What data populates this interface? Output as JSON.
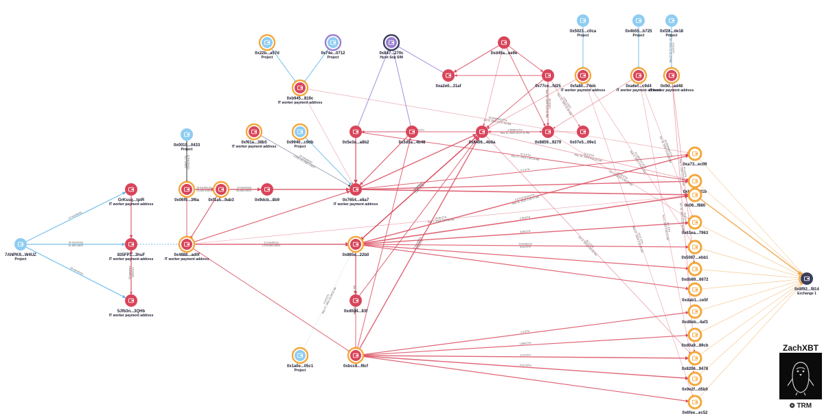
{
  "colors": {
    "red_node": "#d9455a",
    "orange_ring": "#f4a73b",
    "blue_node": "#8ecdf2",
    "purple_node": "#9b7fd1",
    "dark_node": "#3b3f5c",
    "red_edge": "#d94a5e",
    "blue_edge": "#5fb4e8",
    "purple_edge": "#8f7ad6",
    "orange_edge": "#f0a64a",
    "black_edge": "#111111"
  },
  "nodes": [
    {
      "id": "n_7anp",
      "label": "7ANPK9...W4UZ",
      "sub": "Project",
      "kind": "blue"
    },
    {
      "id": "n_grkssq",
      "label": "GrKssq...tpiR",
      "sub": "IT worker payment address",
      "kind": "red"
    },
    {
      "id": "n_835f",
      "label": "835FP3...3huF",
      "sub": "IT worker payment address",
      "kind": "red"
    },
    {
      "id": "n_5jfb3n",
      "label": "5Jfb3n...3QHb",
      "sub": "IT worker payment address",
      "kind": "red"
    },
    {
      "id": "n_0x0019",
      "label": "0x0019...0433",
      "sub": "Project",
      "kind": "blue"
    },
    {
      "id": "n_0x06f9",
      "label": "0x06f9...3f6a",
      "sub": "",
      "kind": "red_ring"
    },
    {
      "id": "n_0x4888",
      "label": "0x4888...ad0f",
      "sub": "IT worker payment address",
      "kind": "red_ring"
    },
    {
      "id": "n_0xf1a5",
      "label": "0xf1a5...9ab3",
      "sub": "",
      "kind": "red_ring"
    },
    {
      "id": "n_0x9dcb",
      "label": "0x9dcb...8b9",
      "sub": "",
      "kind": "red"
    },
    {
      "id": "n_0x22b",
      "label": "0x22b...a57d",
      "sub": "Project",
      "kind": "orange_purple"
    },
    {
      "id": "n_0x74e",
      "label": "0x74e...0712",
      "sub": "Project",
      "kind": "purple_ring"
    },
    {
      "id": "n_0xb945",
      "label": "0xb945...819c",
      "sub": "IT worker payment address",
      "kind": "red_ring"
    },
    {
      "id": "n_0xf61a",
      "label": "0xf61a...38b5",
      "sub": "IT worker payment address",
      "kind": "red_ring"
    },
    {
      "id": "n_0x9940",
      "label": "0x9940...c9db",
      "sub": "Project",
      "kind": "orange_blue"
    },
    {
      "id": "n_0x7654",
      "label": "0x7654...e8a7",
      "sub": "IT worker payment address",
      "kind": "red"
    },
    {
      "id": "n_0x5e3e",
      "label": "0x5e3e...a8b2",
      "sub": "",
      "kind": "red"
    },
    {
      "id": "n_0x847",
      "label": "0x847...270c",
      "sub": "Hyon Sop SIM",
      "kind": "purple_dark"
    },
    {
      "id": "n_0x3d5a",
      "label": "0x3d5a...4b48",
      "sub": "",
      "kind": "red"
    },
    {
      "id": "n_0xa2e0",
      "label": "0xa2e0...31af",
      "sub": "",
      "kind": "red"
    },
    {
      "id": "n_0xd45a",
      "label": "0xd45a...ee9e",
      "sub": "",
      "kind": "red"
    },
    {
      "id": "n_0x77ce",
      "label": "0x77ce...fd25",
      "sub": "",
      "kind": "red"
    },
    {
      "id": "n_0x6406",
      "label": "0x6406...4b0a",
      "sub": "",
      "kind": "red"
    },
    {
      "id": "n_0x8859",
      "label": "0x8859...9279",
      "sub": "",
      "kind": "red"
    },
    {
      "id": "n_0x07e5",
      "label": "0x07e5...09e1",
      "sub": "",
      "kind": "red"
    },
    {
      "id": "n_0x5023",
      "label": "0x5023...c0ca",
      "sub": "Project",
      "kind": "blue"
    },
    {
      "id": "n_0x4b55",
      "label": "0x4b55...b725",
      "sub": "Project",
      "kind": "blue"
    },
    {
      "id": "n_0xf28",
      "label": "0xf28...de18",
      "sub": "Project",
      "kind": "blue"
    },
    {
      "id": "n_0xfa80",
      "label": "0xfa80...74eb",
      "sub": "IT worker payment address",
      "kind": "red_ring"
    },
    {
      "id": "n_0xa6ef",
      "label": "0xa6ef...c9d4",
      "sub": "IT worker payment address",
      "kind": "red_ring"
    },
    {
      "id": "n_0x9d",
      "label": "0x9d...ad48",
      "sub": "IT worker payment address",
      "kind": "red_ring"
    },
    {
      "id": "n_0x865e",
      "label": "0x865e...22b0",
      "sub": "",
      "kind": "red_ring"
    },
    {
      "id": "n_0xd0d4",
      "label": "0xd0d4...83f",
      "sub": "",
      "kind": "red"
    },
    {
      "id": "n_0x1a0e",
      "label": "0x1a0e...05c1",
      "sub": "Project",
      "kind": "orange_blue"
    },
    {
      "id": "n_0xbcc8",
      "label": "0xbcc8...f6cf",
      "sub": "",
      "kind": "red_ring"
    },
    {
      "id": "n_ox1",
      "label": "0xa73...ec09",
      "sub": "",
      "kind": "orange"
    },
    {
      "id": "n_ox2",
      "label": "0xb6f...841b",
      "sub": "",
      "kind": "orange"
    },
    {
      "id": "n_ox3",
      "label": "0x06...f880",
      "sub": "",
      "kind": "orange"
    },
    {
      "id": "n_ox4",
      "label": "0x61ea...7963",
      "sub": "",
      "kind": "orange"
    },
    {
      "id": "n_ox5",
      "label": "0x5067...ebb1",
      "sub": "",
      "kind": "orange"
    },
    {
      "id": "n_ox6",
      "label": "0xdb89...6672",
      "sub": "",
      "kind": "orange"
    },
    {
      "id": "n_ox7",
      "label": "0xdab1...ce5f",
      "sub": "",
      "kind": "orange"
    },
    {
      "id": "n_ox8",
      "label": "0xd8eb...4af3",
      "sub": "",
      "kind": "orange"
    },
    {
      "id": "n_ox9",
      "label": "0xd0a9...89cb",
      "sub": "",
      "kind": "orange"
    },
    {
      "id": "n_ox10",
      "label": "0x8206...9478",
      "sub": "",
      "kind": "orange"
    },
    {
      "id": "n_ox11",
      "label": "0x9e2f...d5b0",
      "sub": "",
      "kind": "orange"
    },
    {
      "id": "n_ox12",
      "label": "0x6fee...ec52",
      "sub": "",
      "kind": "orange"
    },
    {
      "id": "n_exch",
      "label": "0x8f92...f814",
      "sub": "Exchange 1",
      "kind": "dark"
    }
  ],
  "edge_labels": [
    {
      "edge": "e1",
      "text": "12 transfer(s)"
    },
    {
      "edge": "e2",
      "text": "30 transfer(s)"
    },
    {
      "edge": "e2",
      "text": "11.355 USDC"
    },
    {
      "edge": "e3",
      "text": "18 transfer(s)"
    },
    {
      "edge": "e6",
      "text": "1 transfer"
    },
    {
      "edge": "e6",
      "text": "2 transfer(s)"
    },
    {
      "edge": "e8",
      "text": "11 transfer(s)"
    },
    {
      "edge": "e8",
      "text": "13,7 USDC"
    },
    {
      "edge": "e9",
      "text": "33 transfer(s)"
    },
    {
      "edge": "e9",
      "text": "10,164 USDC"
    },
    {
      "edge": "e10",
      "text": "15 transfer(s)"
    },
    {
      "edge": "e10",
      "text": "55,266 USDC"
    },
    {
      "edge": "e15",
      "text": "21 transfer(s)"
    },
    {
      "edge": "e15",
      "text": "1,379,983 USDC"
    },
    {
      "edge": "e20",
      "text": "13 transfer(s)"
    },
    {
      "edge": "e20",
      "text": "2,639,767.0362 USDT"
    },
    {
      "edge": "e36",
      "text": "22.9 ETH"
    },
    {
      "edge": "e37",
      "text": "1.0 ETH"
    },
    {
      "edge": "e38",
      "text": "89 USDT"
    },
    {
      "edge": "e38",
      "text": "Nov 11, 2023 3:21:11 PM"
    },
    {
      "edge": "e39",
      "text": "2,000 USDT"
    },
    {
      "edge": "e39",
      "text": "Nov 11, 2023 11:40 AM"
    },
    {
      "edge": "e40",
      "text": "2.56981 ETH"
    },
    {
      "edge": "e40",
      "text": "Nov 11, 2023 12:27:11 PM"
    },
    {
      "edge": "e43",
      "text": "0.01 ETH"
    },
    {
      "edge": "e43",
      "text": "Apr 30, 2024 12:31:23 PM"
    },
    {
      "edge": "e47",
      "text": "2.42 ETH"
    },
    {
      "edge": "e47",
      "text": "Apr 30, 2024 12:32:58 PM"
    },
    {
      "edge": "e48",
      "text": "2.16 ETH"
    },
    {
      "edge": "e48",
      "text": "May 27, 2024 12:49:31 AM"
    },
    {
      "edge": "e49",
      "text": "2 transfer(s)"
    },
    {
      "edge": "e49",
      "text": "3.63 ETH"
    },
    {
      "edge": "e50",
      "text": "2 transfer(s)"
    },
    {
      "edge": "e50",
      "text": "3.812 ETH"
    },
    {
      "edge": "e54",
      "text": "0.577474234 ETH"
    },
    {
      "edge": "e54",
      "text": "Nov 11, 2023 1:55:47 AM"
    },
    {
      "edge": "e55",
      "text": "0.59 ETH"
    },
    {
      "edge": "e56",
      "text": "6.59 ETH"
    },
    {
      "edge": "e57",
      "text": "3 transfer(s)"
    },
    {
      "edge": "e57",
      "text": "8.42 ETH"
    },
    {
      "edge": "e60",
      "text": "0.2 ETH"
    },
    {
      "edge": "e61",
      "text": "3.12 ETH"
    },
    {
      "edge": "e62",
      "text": "2.6 ETH"
    },
    {
      "edge": "e63",
      "text": "1.599 ETH"
    },
    {
      "edge": "e64",
      "text": "3.413 ETH"
    },
    {
      "edge": "e68",
      "text": "27.6 ETH"
    },
    {
      "edge": "e68",
      "text": "May 27, 2024 1:33:13 AM"
    },
    {
      "edge": "e69",
      "text": "10.07 ETH"
    },
    {
      "edge": "e69",
      "text": "May 27, 2024 1:33:45 AM"
    },
    {
      "edge": "e70",
      "text": "18.7 ETH"
    },
    {
      "edge": "e70",
      "text": "Jun 4, 2024 2:40:24 AM"
    },
    {
      "edge": "e71",
      "text": "20 ETH"
    },
    {
      "edge": "e71",
      "text": "Jun 18, 2024 12:22:44 AM"
    },
    {
      "edge": "e72",
      "text": "8.13967727 ETH"
    },
    {
      "edge": "e72",
      "text": "May 2, 2024 2:14:57 AM"
    },
    {
      "edge": "e73",
      "text": "20.0595948 ETH"
    },
    {
      "edge": "e73",
      "text": "Apr 18, 2024 12:26:35 AM"
    },
    {
      "edge": "e74",
      "text": "41.4 ETH"
    },
    {
      "edge": "e74",
      "text": "May 6, 2024 3:21:46 AM"
    },
    {
      "edge": "e75",
      "text": "30.9049393 ETH"
    },
    {
      "edge": "e75",
      "text": "Jun 8, 2024 12:37:00 AM"
    },
    {
      "edge": "e76",
      "text": "19.65 ETH"
    },
    {
      "edge": "e76",
      "text": "May 1, 2024 2:57:54 AM"
    },
    {
      "edge": "e77",
      "text": "28.2 ETH"
    },
    {
      "edge": "e77",
      "text": "Jun 3, 2024 2:03:18 AM"
    },
    {
      "edge": "e78",
      "text": "22.3 ETH"
    },
    {
      "edge": "e78",
      "text": "May 29, 2024 3:14:16 AM"
    },
    {
      "edge": "e79",
      "text": "24.59 ETH"
    },
    {
      "edge": "e79",
      "text": "Jun 13, 2024 1:49:27 AM"
    }
  ],
  "brand": {
    "author": "ZachXBT",
    "logo_text": "TRM",
    "logo_mark": "❂",
    "mascot_icon": "penguin-icon"
  }
}
